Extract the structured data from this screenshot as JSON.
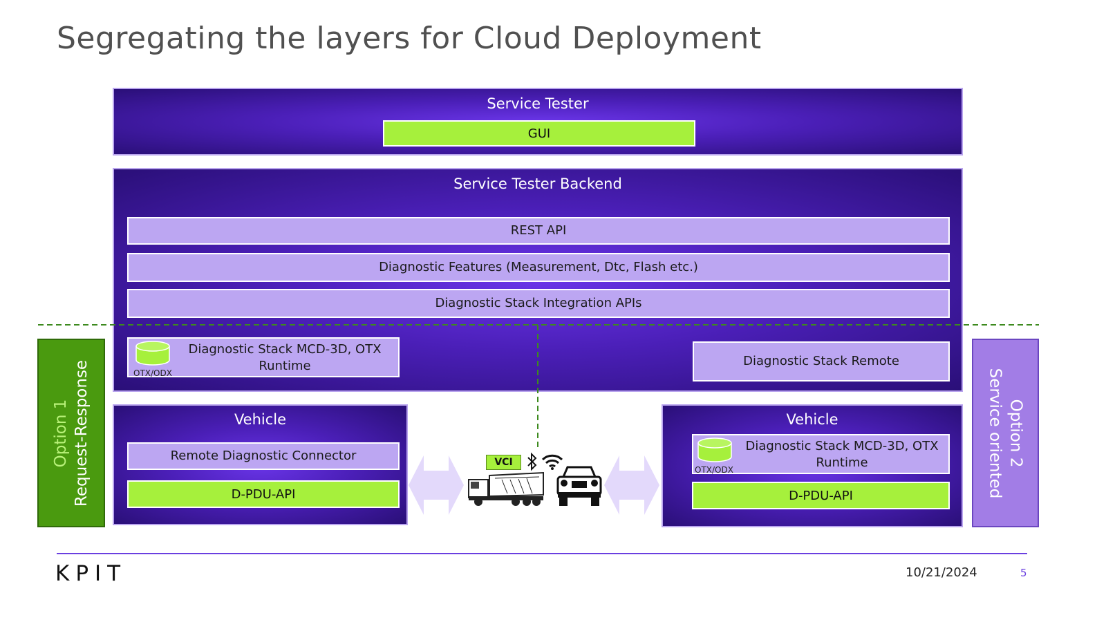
{
  "title": "Segregating the layers for Cloud Deployment",
  "service_tester": {
    "title": "Service Tester",
    "gui_label": "GUI"
  },
  "backend": {
    "title": "Service Tester Backend",
    "rest_api": "REST API",
    "features": "Diagnostic Features (Measurement, Dtc, Flash etc.)",
    "integration": "Diagnostic Stack Integration APIs",
    "stack_local_line1": "Diagnostic Stack MCD-3D, OTX",
    "stack_local_line2": "Runtime",
    "stack_local_db": "OTX/ODX",
    "stack_remote": "Diagnostic Stack Remote"
  },
  "vehicle_left": {
    "title": "Vehicle",
    "connector": "Remote Diagnostic Connector",
    "dpdu": "D-PDU-API"
  },
  "vehicle_right": {
    "title": "Vehicle",
    "stack_line1": "Diagnostic Stack MCD-3D, OTX",
    "stack_line2": "Runtime",
    "db": "OTX/ODX",
    "dpdu": "D-PDU-API"
  },
  "center": {
    "vci": "VCI"
  },
  "option1": {
    "line1": "Option 1",
    "line2": "Request-Response"
  },
  "option2": {
    "line1": "Option 2",
    "line2": "Service oriented"
  },
  "footer": {
    "logo": "KPIT",
    "date": "10/21/2024",
    "page": "5"
  },
  "colors": {
    "purple": "#4b1fb8",
    "lavender": "#bca6f2",
    "lime": "#a6f03c",
    "option1": "#4a9a0f",
    "option2": "#a27de6",
    "dashed": "#3d8a1e"
  }
}
